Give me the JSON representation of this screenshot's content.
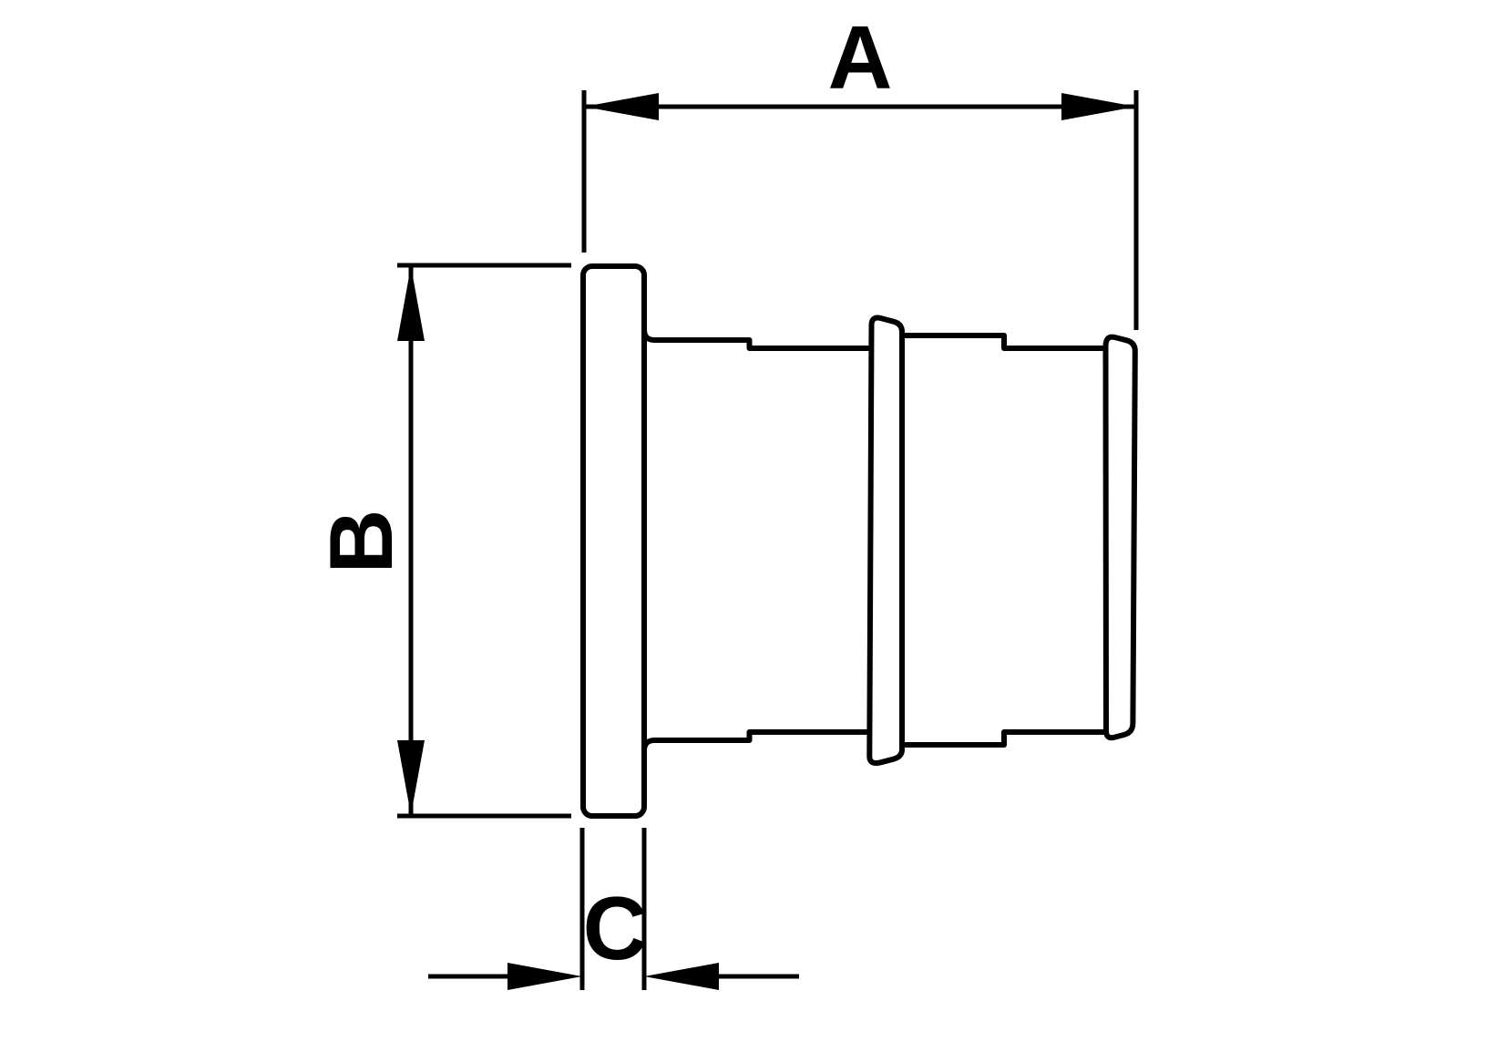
{
  "colors": {
    "background": "#ffffff",
    "line": "#000000"
  },
  "dimensions": {
    "a": {
      "label": "A"
    },
    "b": {
      "label": "B"
    },
    "c": {
      "label": "C"
    }
  }
}
